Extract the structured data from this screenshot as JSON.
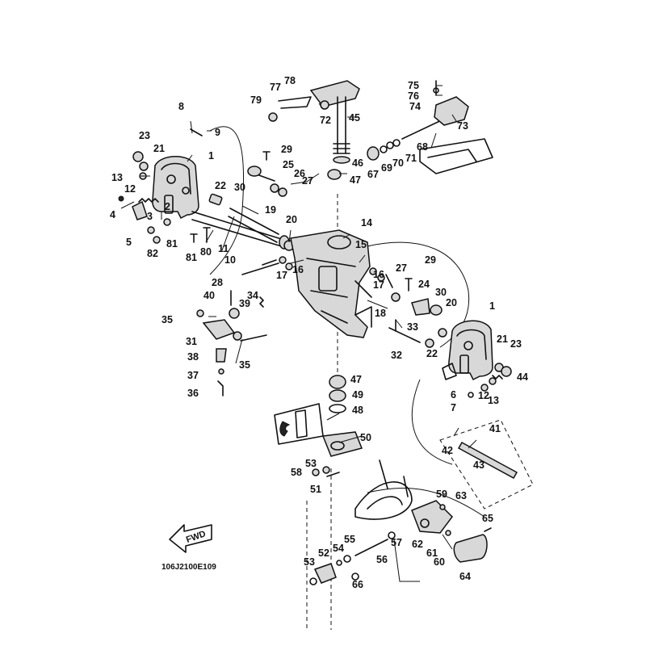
{
  "diagram_code": "106J2100E109",
  "fwd_label": "FWD",
  "callouts": [
    {
      "id": "c8",
      "text": "8"
    },
    {
      "id": "c9",
      "text": "9"
    },
    {
      "id": "c23a",
      "text": "23"
    },
    {
      "id": "c21a",
      "text": "21"
    },
    {
      "id": "c1a",
      "text": "1"
    },
    {
      "id": "c13a",
      "text": "13"
    },
    {
      "id": "c12a",
      "text": "12"
    },
    {
      "id": "c4",
      "text": "4"
    },
    {
      "id": "c3",
      "text": "3"
    },
    {
      "id": "c2",
      "text": "2"
    },
    {
      "id": "c5",
      "text": "5"
    },
    {
      "id": "c82",
      "text": "82"
    },
    {
      "id": "c81a",
      "text": "81"
    },
    {
      "id": "c81b",
      "text": "81"
    },
    {
      "id": "c80",
      "text": "80"
    },
    {
      "id": "c11",
      "text": "11"
    },
    {
      "id": "c10",
      "text": "10"
    },
    {
      "id": "c22a",
      "text": "22"
    },
    {
      "id": "c30a",
      "text": "30"
    },
    {
      "id": "c29a",
      "text": "29"
    },
    {
      "id": "c25",
      "text": "25"
    },
    {
      "id": "c26",
      "text": "26"
    },
    {
      "id": "c27a",
      "text": "27"
    },
    {
      "id": "c19",
      "text": "19"
    },
    {
      "id": "c20a",
      "text": "20"
    },
    {
      "id": "c79",
      "text": "79"
    },
    {
      "id": "c77",
      "text": "77"
    },
    {
      "id": "c78",
      "text": "78"
    },
    {
      "id": "c72",
      "text": "72"
    },
    {
      "id": "c45",
      "text": "45"
    },
    {
      "id": "c75",
      "text": "75"
    },
    {
      "id": "c76",
      "text": "76"
    },
    {
      "id": "c74",
      "text": "74"
    },
    {
      "id": "c73",
      "text": "73"
    },
    {
      "id": "c68",
      "text": "68"
    },
    {
      "id": "c71",
      "text": "71"
    },
    {
      "id": "c70",
      "text": "70"
    },
    {
      "id": "c69",
      "text": "69"
    },
    {
      "id": "c67",
      "text": "67"
    },
    {
      "id": "c46",
      "text": "46"
    },
    {
      "id": "c47a",
      "text": "47"
    },
    {
      "id": "c14",
      "text": "14"
    },
    {
      "id": "c15",
      "text": "15"
    },
    {
      "id": "c16a",
      "text": "16"
    },
    {
      "id": "c17a",
      "text": "17"
    },
    {
      "id": "c16b",
      "text": "16"
    },
    {
      "id": "c17b",
      "text": "17"
    },
    {
      "id": "c27b",
      "text": "27"
    },
    {
      "id": "c29b",
      "text": "29"
    },
    {
      "id": "c24",
      "text": "24"
    },
    {
      "id": "c30b",
      "text": "30"
    },
    {
      "id": "c28",
      "text": "28"
    },
    {
      "id": "c40",
      "text": "40"
    },
    {
      "id": "c34",
      "text": "34"
    },
    {
      "id": "c39",
      "text": "39"
    },
    {
      "id": "c18",
      "text": "18"
    },
    {
      "id": "c35a",
      "text": "35"
    },
    {
      "id": "c31",
      "text": "31"
    },
    {
      "id": "c38",
      "text": "38"
    },
    {
      "id": "c37",
      "text": "37"
    },
    {
      "id": "c36",
      "text": "36"
    },
    {
      "id": "c35b",
      "text": "35"
    },
    {
      "id": "c33",
      "text": "33"
    },
    {
      "id": "c32",
      "text": "32"
    },
    {
      "id": "c22b",
      "text": "22"
    },
    {
      "id": "c20b",
      "text": "20"
    },
    {
      "id": "c1b",
      "text": "1"
    },
    {
      "id": "c21b",
      "text": "21"
    },
    {
      "id": "c23b",
      "text": "23"
    },
    {
      "id": "c44",
      "text": "44"
    },
    {
      "id": "c6",
      "text": "6"
    },
    {
      "id": "c12b",
      "text": "12"
    },
    {
      "id": "c13b",
      "text": "13"
    },
    {
      "id": "c7",
      "text": "7"
    },
    {
      "id": "c47b",
      "text": "47"
    },
    {
      "id": "c49",
      "text": "49"
    },
    {
      "id": "c48",
      "text": "48"
    },
    {
      "id": "c50",
      "text": "50"
    },
    {
      "id": "c41",
      "text": "41"
    },
    {
      "id": "c42",
      "text": "42"
    },
    {
      "id": "c43",
      "text": "43"
    },
    {
      "id": "c53a",
      "text": "53"
    },
    {
      "id": "c58",
      "text": "58"
    },
    {
      "id": "c51",
      "text": "51"
    },
    {
      "id": "c59",
      "text": "59"
    },
    {
      "id": "c63",
      "text": "63"
    },
    {
      "id": "c65",
      "text": "65"
    },
    {
      "id": "c62",
      "text": "62"
    },
    {
      "id": "c61",
      "text": "61"
    },
    {
      "id": "c60",
      "text": "60"
    },
    {
      "id": "c64",
      "text": "64"
    },
    {
      "id": "c57",
      "text": "57"
    },
    {
      "id": "c56",
      "text": "56"
    },
    {
      "id": "c55",
      "text": "55"
    },
    {
      "id": "c54",
      "text": "54"
    },
    {
      "id": "c52",
      "text": "52"
    },
    {
      "id": "c53b",
      "text": "53"
    },
    {
      "id": "c66",
      "text": "66"
    }
  ]
}
